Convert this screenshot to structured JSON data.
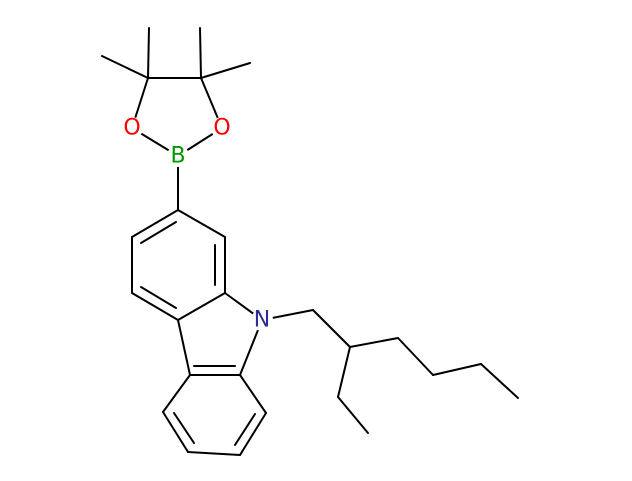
{
  "molecule": {
    "atom_labels": {
      "boron": "B",
      "oxygen_left": "O",
      "oxygen_right": "O",
      "nitrogen": "N"
    },
    "colors": {
      "bond": "#000000",
      "boron": "#009900",
      "oxygen": "#ff0000",
      "nitrogen": "#2b2b99",
      "background": "#ffffff"
    }
  }
}
